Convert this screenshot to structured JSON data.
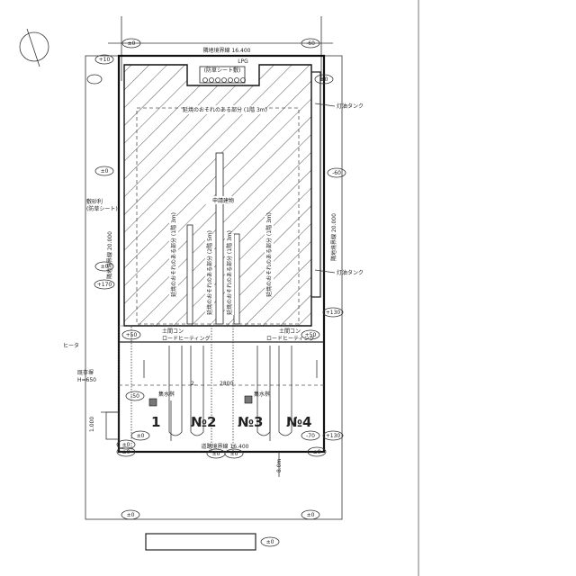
{
  "labels": {
    "site_boundary_top": "隣地境界線 16.400",
    "lpg": "LPG",
    "sign_top": "(防草シート敷)",
    "fire_top": "延焼のおそれのある部分 (1階 3m)",
    "building": "申請建物",
    "fire_mid1": "延焼のおそれのある部分 (2階 5m)",
    "fire_mid2": "延焼のおそれのある部分 (1階 3m)",
    "fire_left": "延焼のおそれのある部分 (1階 3m)",
    "fire_right": "延焼のおそれのある部分 (1階 3m)",
    "boundary_left": "隣地境界線 20.000",
    "boundary_right": "隣地境界線 20.000",
    "gravel": "敷砂利",
    "gravel_sub": "(防草シート)",
    "lamp_top": "灯油タンク",
    "lamp_mid": "灯油タンク",
    "heater": "ヒータ",
    "existing_wall": "既存塀",
    "wall_height": "H=650",
    "soil_left": "土間コン",
    "soil_left2": "ロードヒーティング",
    "soil_right": "土間コン",
    "soil_right2": "ロードヒーティング",
    "catch_left": "集水桝",
    "catch_right": "集水桝",
    "road_boundary": "道路境界線 16.400",
    "road_width": "8.0m",
    "dim_left": "1.000",
    "dim_mid": "2.",
    "post": "2800"
  },
  "levels": {
    "tl": "±0",
    "tr": "-60",
    "r1": "±0",
    "r2": "-60",
    "l1": "±0",
    "l2": "±0",
    "l3": "+170",
    "r3": "+130",
    "ctop": "+10",
    "p1": "+50",
    "p2": "+50",
    "c1": "-50",
    "c2": "-70",
    "c3": "+130",
    "b1": "±0",
    "b2": "±0",
    "b3": "±0",
    "b4": "±0",
    "b5": "±0",
    "b6": "±0",
    "b7": "-70",
    "b8": "-70",
    "bot1": "±0",
    "bot2": "±0",
    "bot3": "±0"
  },
  "parking": [
    "1",
    "№2",
    "№3",
    "№4"
  ]
}
